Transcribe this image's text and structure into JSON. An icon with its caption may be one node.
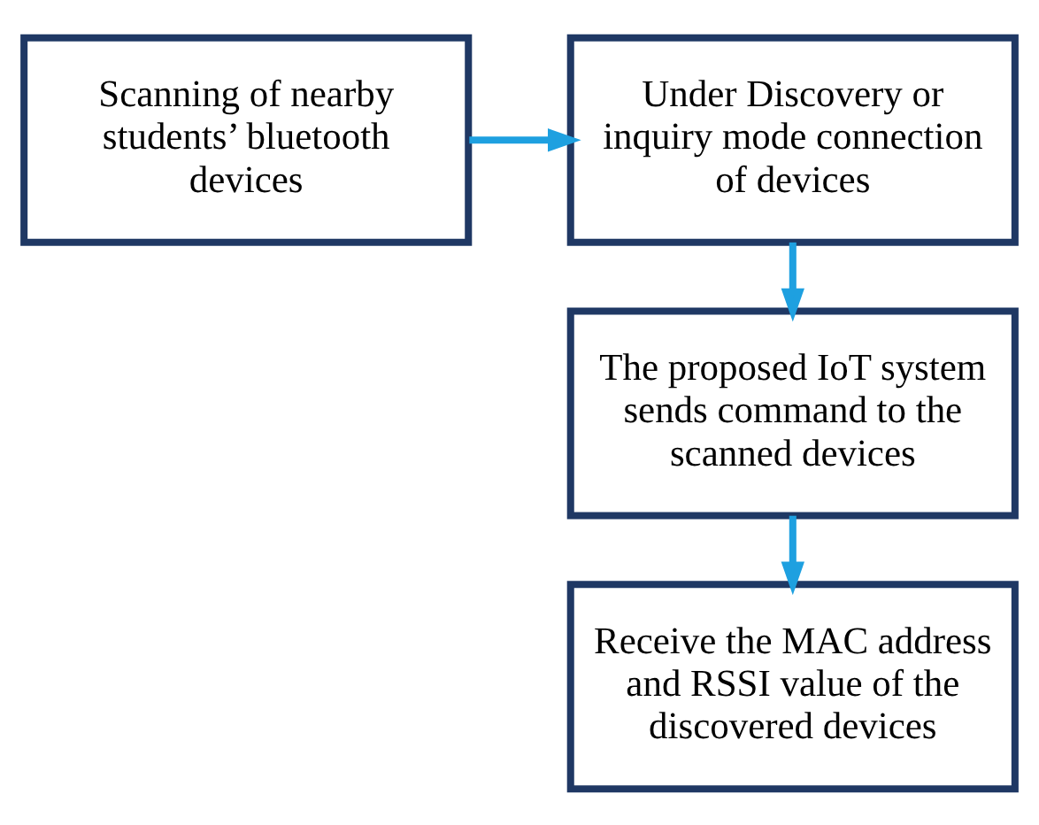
{
  "diagram": {
    "nodes": [
      {
        "text": [
          "Scanning of nearby students’ bluetooth devices"
        ]
      },
      {
        "text": [
          "Under Discovery or inquiry mode connection of devices"
        ]
      },
      {
        "text": [
          "The proposed IoT system sends command to the scanned devices"
        ]
      },
      {
        "text": [
          "Receive the MAC address and RSSI value of the discovered devices"
        ]
      }
    ],
    "edges": [
      {
        "from": 0,
        "to": 1,
        "arrow": "to"
      },
      {
        "from": 1,
        "to": 2,
        "arrow": "to"
      },
      {
        "from": 2,
        "to": 3,
        "arrow": "to"
      }
    ]
  }
}
